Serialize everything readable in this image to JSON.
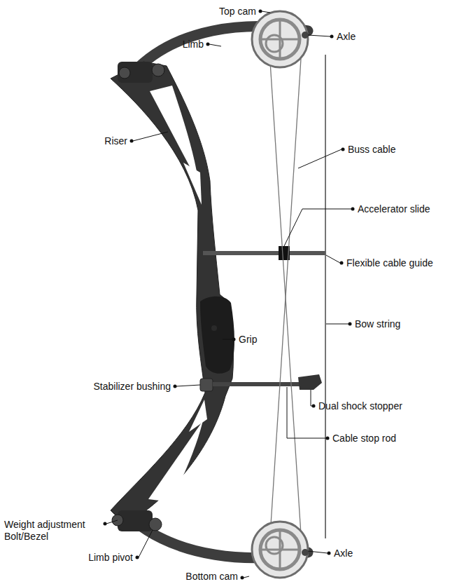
{
  "diagram": {
    "labels": [
      "Top cam",
      "Axle",
      "Limb",
      "Riser",
      "Buss cable",
      "Accelerator slide",
      "Flexible cable guide",
      "Bow string",
      "Grip",
      "Stabilizer bushing",
      "Dual shock stopper",
      "Cable stop rod",
      "Weight adjustment Bolt/Bezel",
      "Limb pivot",
      "Axle",
      "Bottom cam"
    ]
  }
}
